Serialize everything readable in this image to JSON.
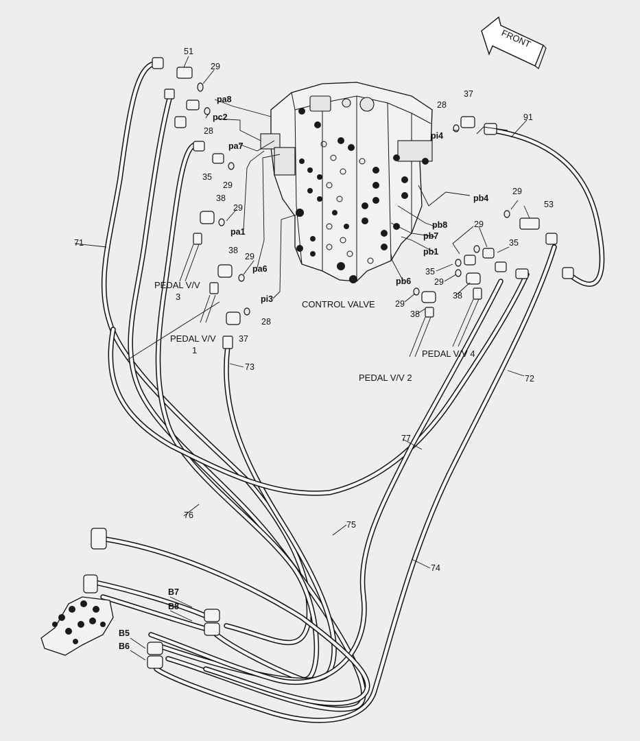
{
  "diagram": {
    "direction_label": "FRONT",
    "main_component_label": "CONTROL VALVE",
    "part_numbers": {
      "n91": "91",
      "n71": "71",
      "n72": "72",
      "n73": "73",
      "n74": "74",
      "n75": "75",
      "n76": "76",
      "n77": "77",
      "n51": "51",
      "n53": "53"
    },
    "callouts": [
      "29",
      "28",
      "35",
      "29",
      "38",
      "29",
      "38",
      "29",
      "28",
      "37",
      "28",
      "37",
      "29",
      "29",
      "35",
      "35",
      "29",
      "38",
      "29",
      "38"
    ],
    "port_labels": {
      "pa8": "pa8",
      "pc2": "pc2",
      "pa7": "pa7",
      "pa1": "pa1",
      "pa6": "pa6",
      "pi3": "pi3",
      "pi4": "pi4",
      "pb4": "pb4",
      "pb8": "pb8",
      "pb7": "pb7",
      "pb1": "pb1",
      "pb6": "pb6"
    },
    "pedal_labels": {
      "pv3_line1": "PEDAL V/V",
      "pv3_line2": "3",
      "pv1_line1": "PEDAL V/V",
      "pv1_line2": "1",
      "pv2": "PEDAL V/V  2",
      "pv4": "PEDAL V/V  4"
    },
    "block_ports": {
      "b5": "B5",
      "b6": "B6",
      "b7": "B7",
      "b8": "B8"
    }
  }
}
